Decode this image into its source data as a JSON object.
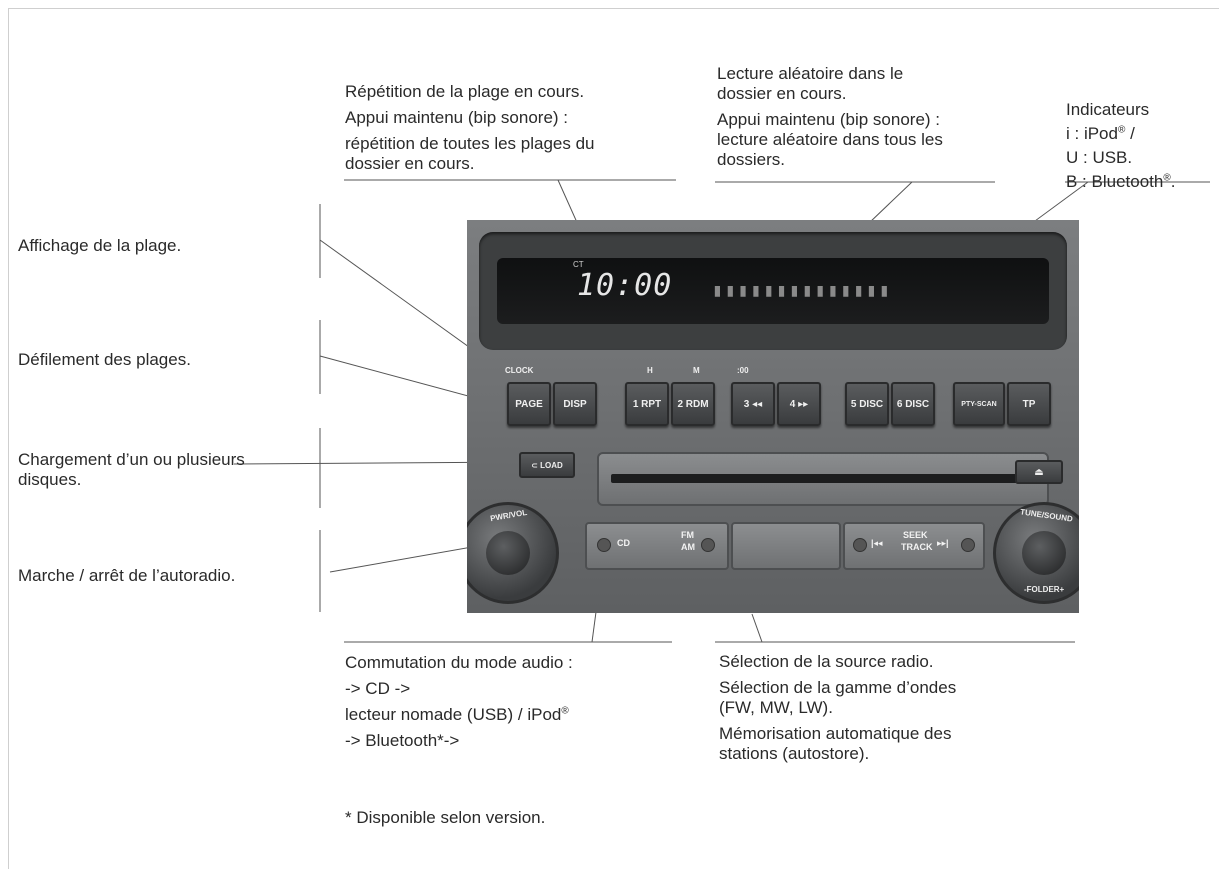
{
  "annotations": {
    "repeat": [
      "Répétition de la plage en cours.",
      "Appui maintenu (bip sonore) :",
      "répétition de toutes les plages du",
      "dossier en cours."
    ],
    "random": [
      "Lecture aléatoire dans le",
      "dossier en cours.",
      "Appui maintenu (bip sonore) :",
      "lecture aléatoire dans tous les",
      "dossiers."
    ],
    "indicators": {
      "title": "Indicateurs",
      "ipod": "i : iPod",
      "ipod_reg": "®",
      "ipod_tail": " /",
      "usb": "U : USB.",
      "bt": "B : Bluetooth",
      "bt_reg": "®",
      "bt_tail": "."
    },
    "track_display": "Affichage de la plage.",
    "track_scroll": "Défilement des plages.",
    "loading": [
      "Chargement d’un ou plusieurs",
      "disques."
    ],
    "power": "Marche / arrêt de l’autoradio.",
    "audio_mode": {
      "l1": "Commutation du mode audio :",
      "l2": "-> CD ->",
      "l3": "lecteur nomade (USB) / iPod",
      "l3_reg": "®",
      "l4": "-> Bluetooth*->"
    },
    "radio_source": [
      "Sélection de la source radio.",
      "Sélection de la gamme d’ondes",
      "(FW, MW, LW).",
      "Mémorisation automatique des",
      "stations (autostore)."
    ],
    "footnote": "* Disponible selon version."
  },
  "radio": {
    "clock_label": "CT",
    "clock": "10:00",
    "segments": "▮▮▮▮▮▮▮▮▮▮▮▮▮▮",
    "top_labels": {
      "clock": "CLOCK",
      "h": "H",
      "m": "M",
      "zero": ":00"
    },
    "buttons": [
      "PAGE",
      "DISP",
      "1 RPT",
      "2 RDM",
      "3 ◂◂",
      "4 ▸▸",
      "5 DISC",
      "6 DISC",
      "PTY-SCAN",
      "TP"
    ],
    "load": "⊂ LOAD",
    "eject": "⏏",
    "pwr_vol": "PWR/VOL",
    "tune_sound": "TUNE/SOUND",
    "folder": "-FOLDER+",
    "cd": "CD",
    "fm": "FM",
    "am": "AM",
    "seek": "SEEK",
    "track": "TRACK",
    "seek_left": "|◂◂",
    "seek_right": "▸▸|"
  }
}
